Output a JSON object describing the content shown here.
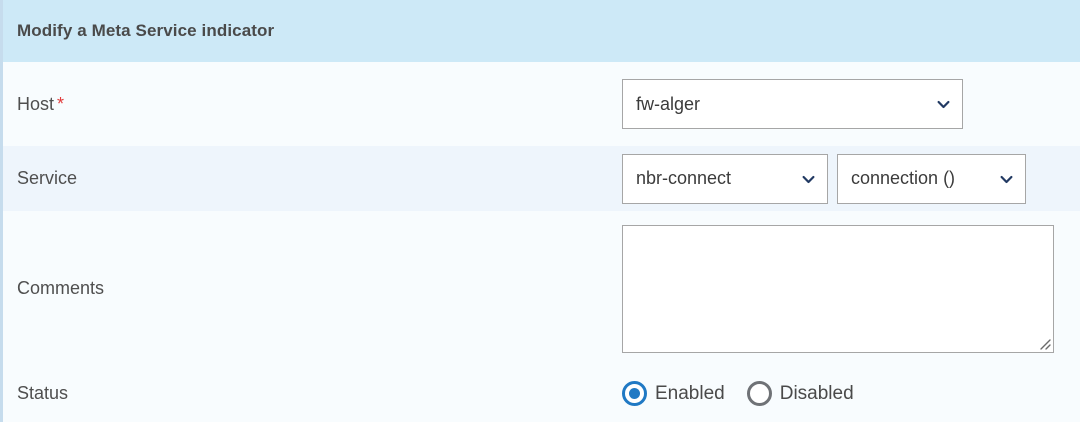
{
  "panel": {
    "title": "Modify a Meta Service indicator",
    "header_bg": "#cde9f7",
    "accent": "#2079c4"
  },
  "fields": {
    "host": {
      "label": "Host",
      "required_marker": "*",
      "select": {
        "value": "fw-alger",
        "icon": "chevron-down-icon"
      }
    },
    "service": {
      "label": "Service",
      "service_select": {
        "value": "nbr-connect",
        "icon": "chevron-down-icon"
      },
      "metric_select": {
        "value": "connection ()",
        "icon": "chevron-down-icon"
      }
    },
    "comments": {
      "label": "Comments",
      "value": "",
      "placeholder": ""
    },
    "status": {
      "label": "Status",
      "options": [
        {
          "label": "Enabled",
          "selected": true
        },
        {
          "label": "Disabled",
          "selected": false
        }
      ]
    }
  }
}
